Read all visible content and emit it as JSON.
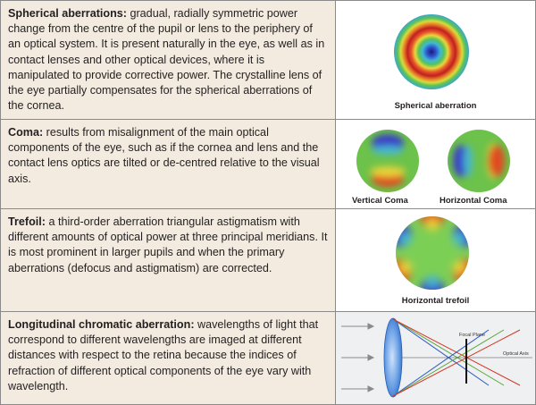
{
  "rows": [
    {
      "term": "Spherical aberrations:",
      "description": " gradual, radially symmetric power change from the centre of the pupil or lens to the periphery of an optical system. It is present naturally in the eye, as well as in contact lenses and other optical devices, where it is manipulated to provide corrective power. The crystalline lens of the eye partially compensates for the spherical aberrations of the cornea.",
      "captions": [
        "Spherical aberration"
      ]
    },
    {
      "term": "Coma:",
      "description": " results from misalignment of the main optical components of the eye, such as if the cornea and lens and the contact lens optics are tilted or de-centred relative to the visual axis.",
      "captions": [
        "Vertical Coma",
        "Horizontal Coma"
      ]
    },
    {
      "term": "Trefoil:",
      "description": " a third-order aberration triangular astigmatism with different amounts of optical power at three principal meridians. It is most prominent in larger pupils and when the primary aberrations (defocus and astigmatism) are corrected.",
      "captions": [
        "Horizontal trefoil"
      ]
    },
    {
      "term": "Longitudinal chromatic aberration:",
      "description": " wavelengths of light that correspond to different wavelengths are imaged at different distances with respect to the retina because the indices of refraction of different optical components of the eye vary with wavelength.",
      "captions": [],
      "diagram_labels": {
        "focal_plane": "Focal Plane",
        "optical_axis": "Optical Axis"
      }
    }
  ]
}
